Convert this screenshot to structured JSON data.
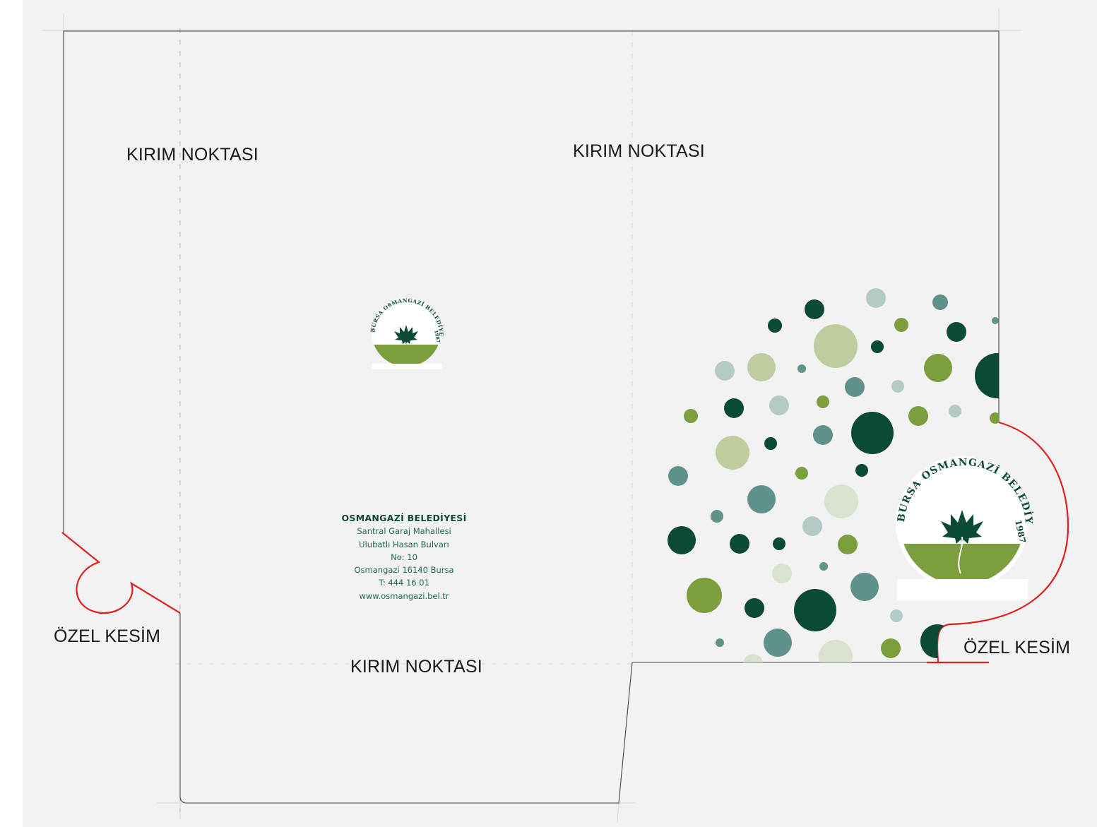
{
  "labels": {
    "fold_left": "KIRIM NOKTASI",
    "fold_center": "KIRIM NOKTASI",
    "fold_bottom": "KIRIM NOKTASI",
    "cut_left": "ÖZEL KESİM",
    "cut_right": "ÖZEL KESİM"
  },
  "contact": {
    "organization": "OSMANGAZİ BELEDİYESİ",
    "line1": "Santral Garaj Mahallesi",
    "line2": "Ulubatlı Hasan Bulvarı",
    "line3": "No: 10",
    "line4": "Osmangazi 16140 Bursa",
    "phone": "T: 444 16 01",
    "website": "www.osmangazi.bel.tr"
  },
  "seal": {
    "arc_text": "BURSA OSMANGAZİ BELEDİYESİ",
    "year": "1987"
  },
  "colors": {
    "dark_green": "#0b4a36",
    "teal": "#5f928a",
    "olive": "#7c9e3c",
    "sage": "#bfcca0",
    "light_teal": "#b4cac7",
    "pale": "#d9e2cf",
    "cut_line": "#e02020",
    "fold_line": "#d9a0a0"
  }
}
